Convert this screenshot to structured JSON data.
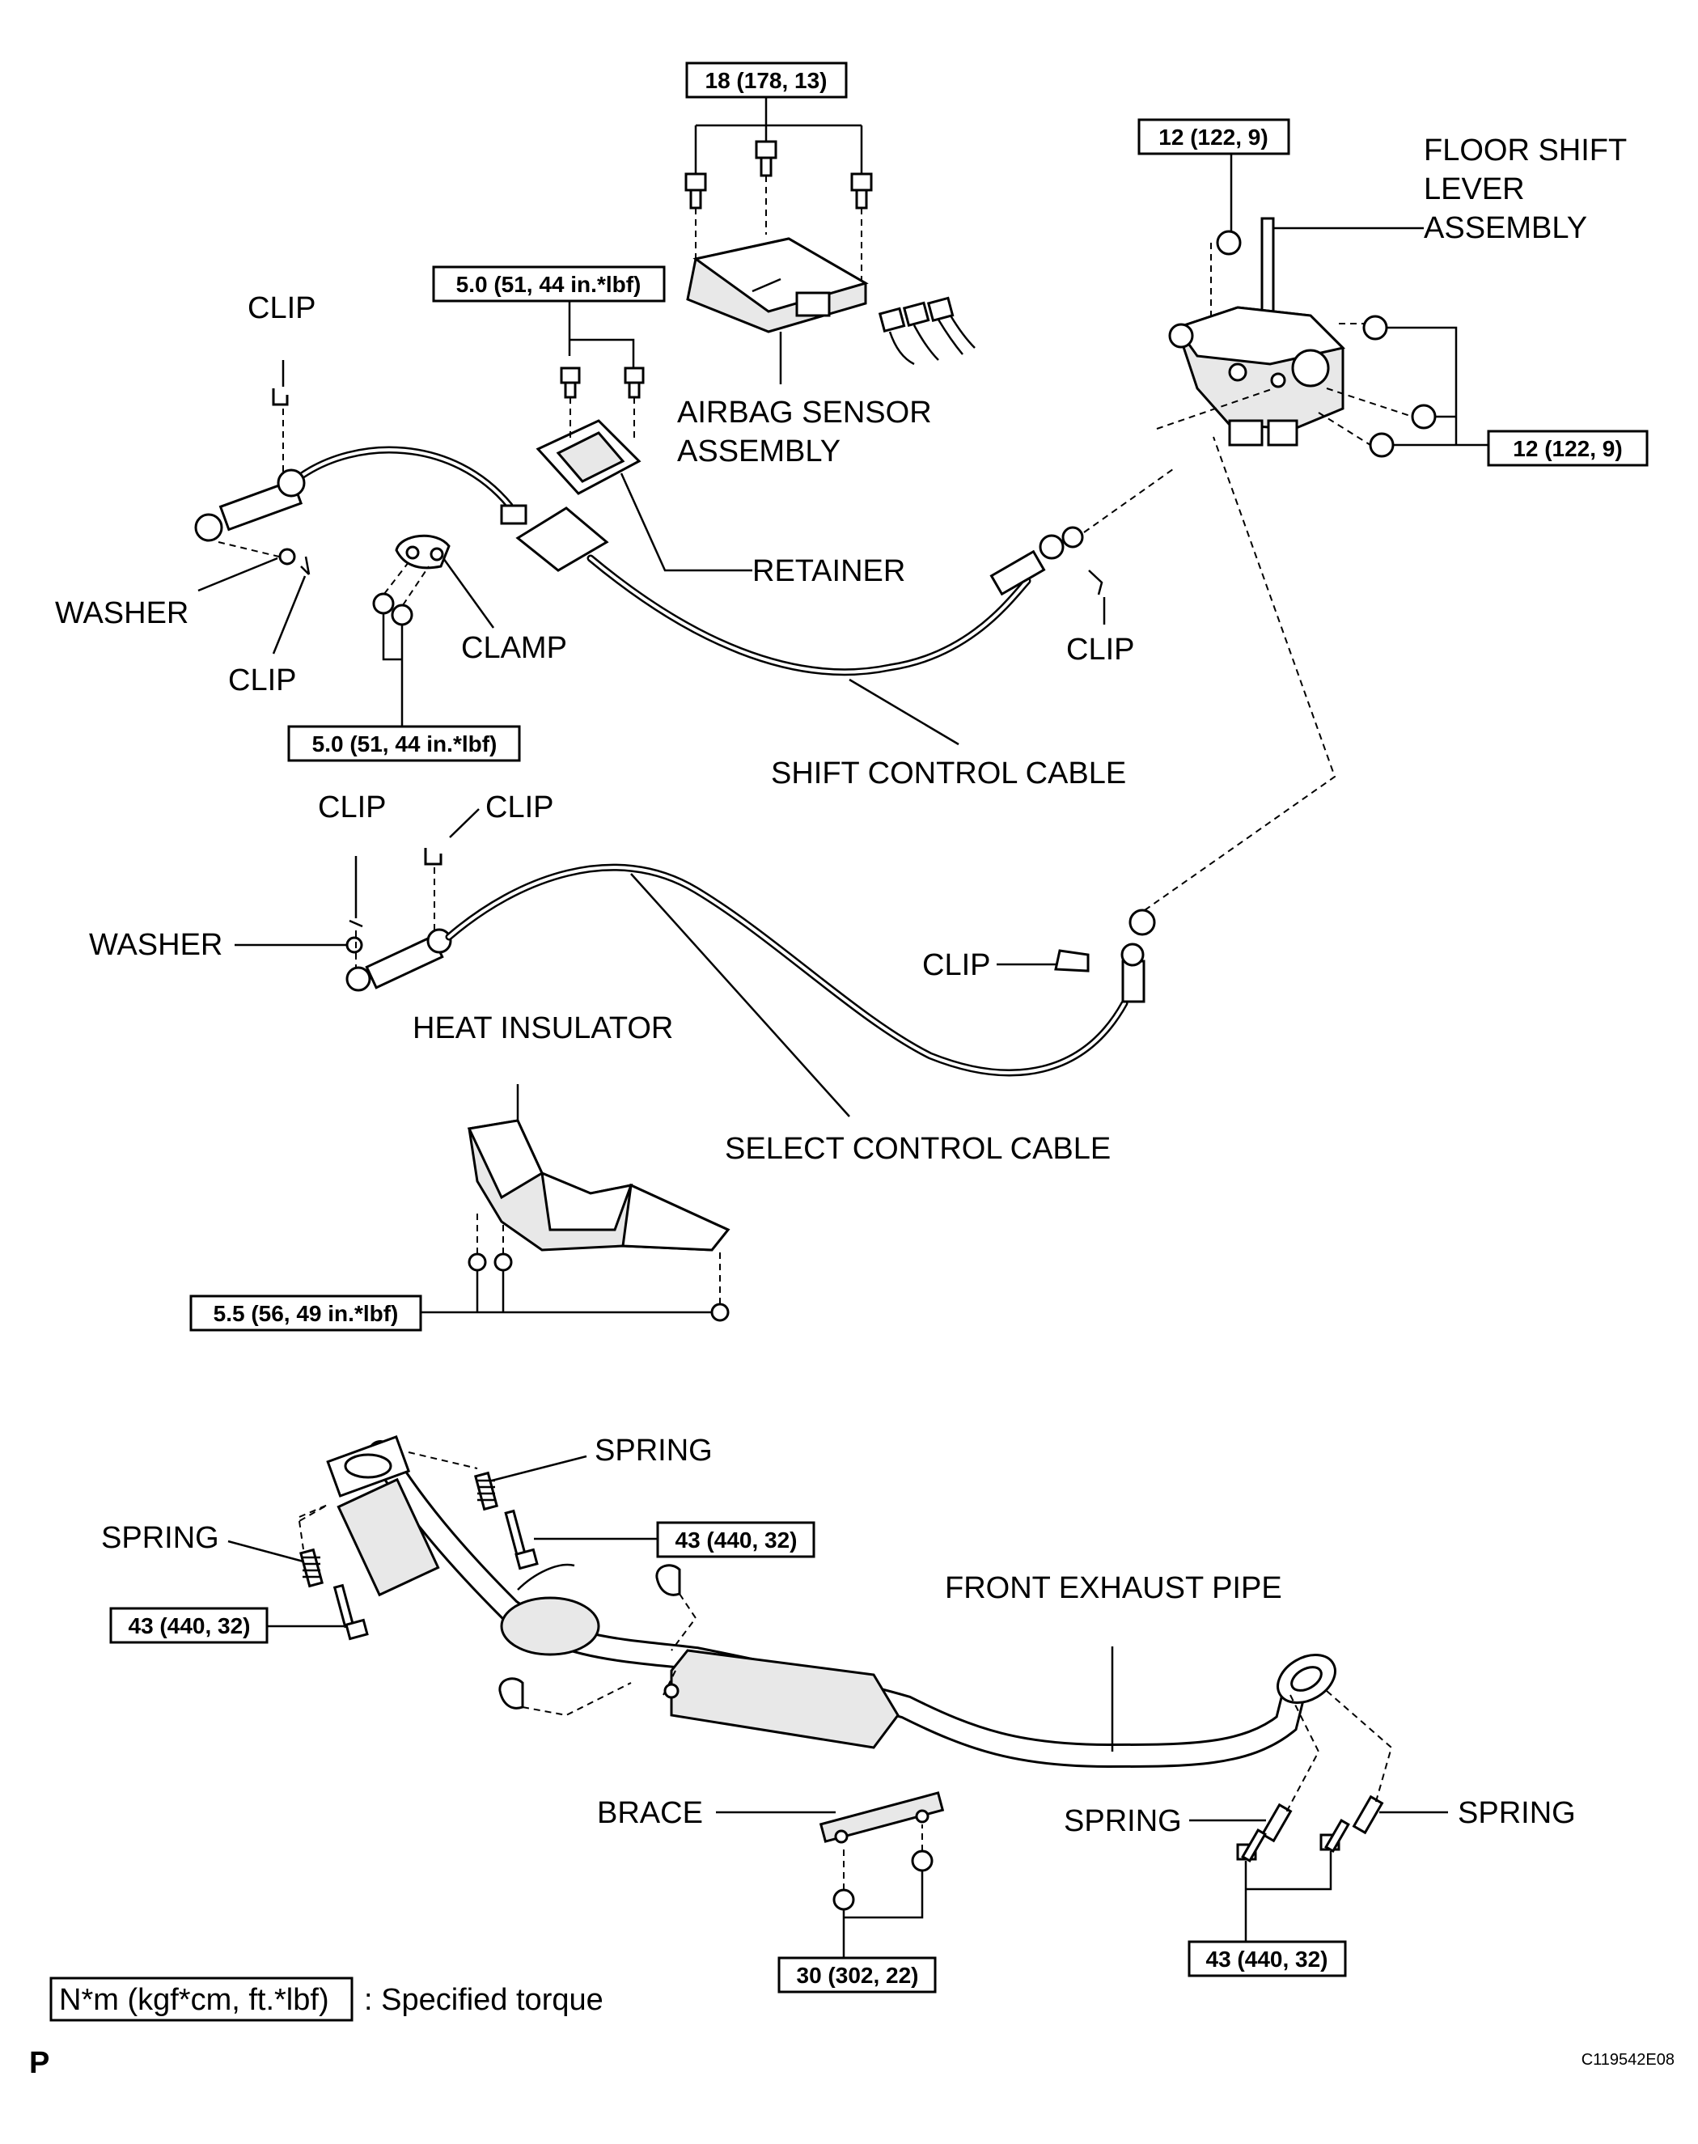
{
  "labels": {
    "clip": "CLIP",
    "washer": "WASHER",
    "clamp": "CLAMP",
    "retainer": "RETAINER",
    "airbag_sensor_line1": "AIRBAG SENSOR",
    "airbag_sensor_line2": "ASSEMBLY",
    "floor_shift_line1": "FLOOR SHIFT",
    "floor_shift_line2": "LEVER",
    "floor_shift_line3": "ASSEMBLY",
    "shift_control_cable": "SHIFT CONTROL CABLE",
    "select_control_cable": "SELECT CONTROL CABLE",
    "heat_insulator": "HEAT INSULATOR",
    "spring": "SPRING",
    "front_exhaust_pipe": "FRONT EXHAUST PIPE",
    "brace": "BRACE"
  },
  "torques": {
    "airbag_sensor": "18 (178, 13)",
    "floor_shift_top": "12 (122, 9)",
    "floor_shift_right": "12 (122, 9)",
    "retainer": "5.0 (51, 44 in.*lbf)",
    "clamp": "5.0 (51, 44 in.*lbf)",
    "heat_insulator": "5.5 (56, 49 in.*lbf)",
    "exhaust_front_upper": "43 (440, 32)",
    "exhaust_front_left": "43 (440, 32)",
    "exhaust_rear": "43 (440, 32)",
    "brace": "30 (302, 22)"
  },
  "legend": {
    "unit": "N*m (kgf*cm, ft.*lbf)",
    "description": ": Specified torque"
  },
  "footer": {
    "left": "P",
    "code": "C119542E08"
  }
}
